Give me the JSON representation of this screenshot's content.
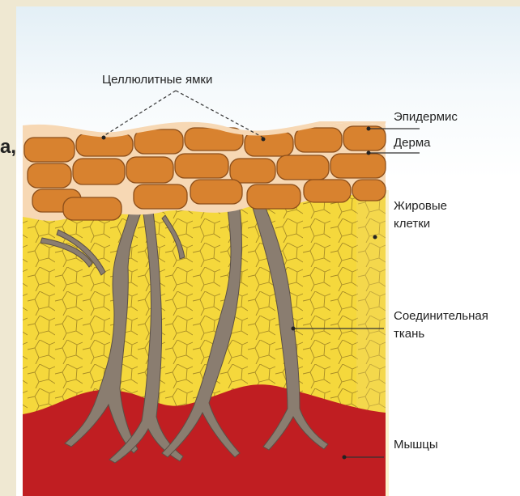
{
  "diagram": {
    "edge_text": "a,",
    "labels": {
      "dimples": "Целлюлитные ямки",
      "epidermis": "Эпидермис",
      "dermis": "Дерма",
      "fat_cells_1": "Жировые",
      "fat_cells_2": "клетки",
      "connective_1": "Соединительная",
      "connective_2": "ткань",
      "muscles": "Мышцы"
    },
    "colors": {
      "background": "#efe8d2",
      "epidermis": "#f7d8b4",
      "dermis": "#d8822f",
      "fat": "#f5d83c",
      "connective": "#8a7d70",
      "muscle": "#c01e22"
    }
  }
}
